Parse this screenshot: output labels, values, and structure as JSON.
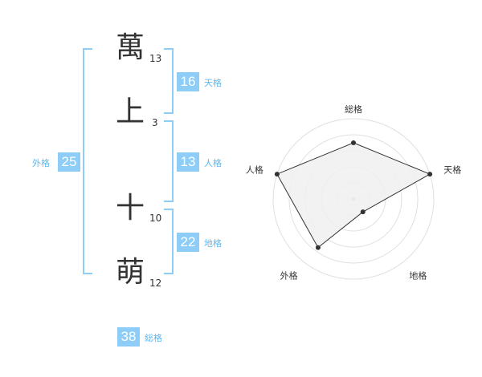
{
  "name_chars": [
    {
      "char": "萬",
      "strokes": "13"
    },
    {
      "char": "上",
      "strokes": "3"
    },
    {
      "char": "十",
      "strokes": "10"
    },
    {
      "char": "萌",
      "strokes": "12"
    }
  ],
  "fortunes": {
    "tenkaku": {
      "label": "天格",
      "value": "16"
    },
    "jinkaku": {
      "label": "人格",
      "value": "13"
    },
    "chikaku": {
      "label": "地格",
      "value": "22"
    },
    "gaikaku": {
      "label": "外格",
      "value": "25"
    },
    "soukaku": {
      "label": "総格",
      "value": "38"
    }
  },
  "chart_data": {
    "type": "radar",
    "axes": [
      "総格",
      "天格",
      "地格",
      "外格",
      "人格"
    ],
    "values": [
      0.7,
      1.0,
      0.2,
      0.75,
      1.0
    ],
    "rings": 5,
    "colors": {
      "fill": "#f0f0f0",
      "line": "#333333",
      "ring": "#e0e0e0",
      "center": "#cccccc"
    }
  }
}
